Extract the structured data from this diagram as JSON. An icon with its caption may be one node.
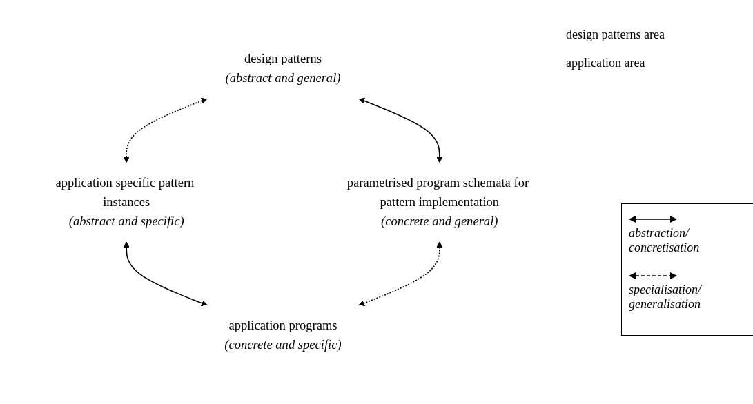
{
  "diagram": {
    "nodes": [
      {
        "text": [
          "design patterns",
          "(abstract and general)"
        ]
      },
      {
        "text": [
          "application specific pattern instances",
          "(abstract and specific)"
        ]
      },
      {
        "text": [
          "parametrised program schemata for pattern implementation",
          "(concrete and general)"
        ]
      },
      {
        "text": [
          "application programs",
          "(concrete and specific)"
        ]
      }
    ],
    "edges": [
      {
        "from": 0,
        "to": 1,
        "arrow": "both",
        "style": "dashed"
      },
      {
        "from": 0,
        "to": 2,
        "arrow": "both"
      },
      {
        "from": 1,
        "to": 3,
        "arrow": "both"
      },
      {
        "from": 2,
        "to": 3,
        "arrow": "both",
        "style": "dashed"
      }
    ],
    "labels": [
      "design patterns area",
      "application area"
    ],
    "legend": [
      {
        "text": "abstraction/ concretisation"
      },
      {
        "text": "specialisation/ generalisation"
      }
    ]
  }
}
